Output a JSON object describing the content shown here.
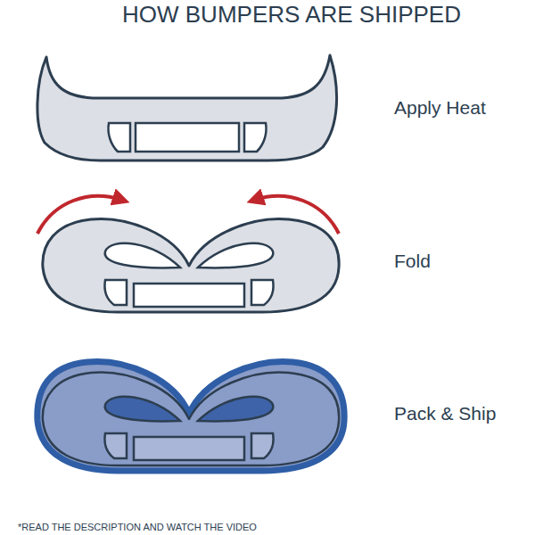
{
  "diagram": {
    "title": "HOW BUMPERS ARE SHIPPED",
    "labels": [
      "Apply Heat",
      "Fold",
      "Pack & Ship",
      "*READ THE DESCRIPTION AND WATCH THE VIDEO"
    ]
  }
}
